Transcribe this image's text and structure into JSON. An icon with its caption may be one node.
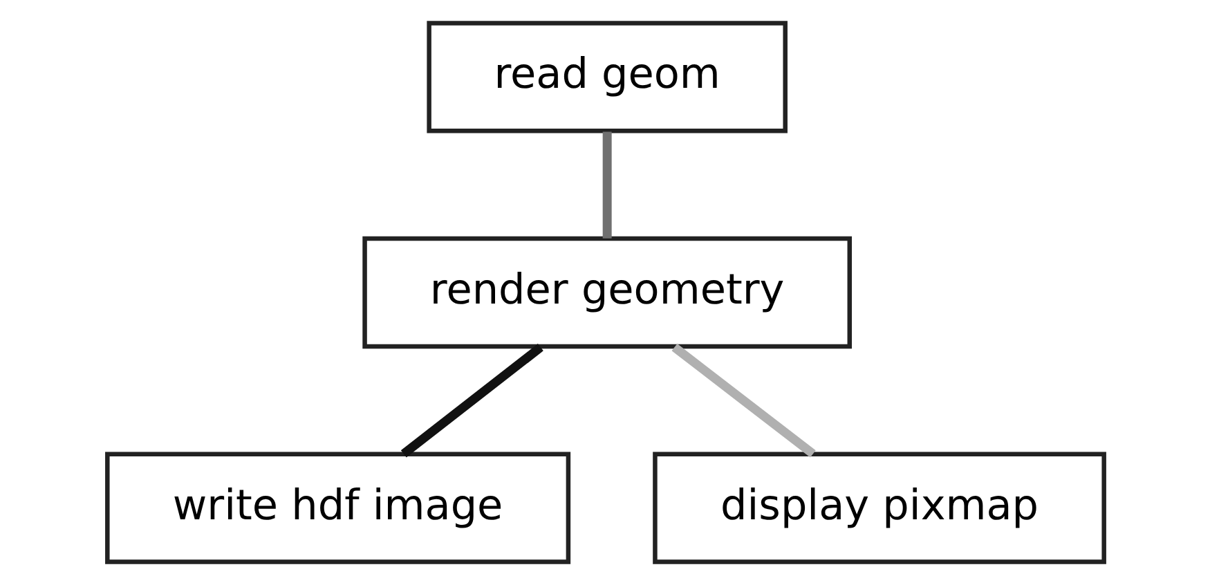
{
  "diagram": {
    "nodes": [
      {
        "text": [
          "read geom"
        ]
      },
      {
        "text": [
          "render geometry"
        ]
      },
      {
        "text": [
          "write hdf image"
        ]
      },
      {
        "text": [
          "display pixmap"
        ]
      }
    ],
    "edges": [
      {
        "from": 0,
        "to": 1,
        "arrow": "none",
        "color": "#707070"
      },
      {
        "from": 1,
        "to": 2,
        "arrow": "none",
        "color": "#111111"
      },
      {
        "from": 1,
        "to": 3,
        "arrow": "none",
        "color": "#b0b0b0"
      }
    ]
  }
}
